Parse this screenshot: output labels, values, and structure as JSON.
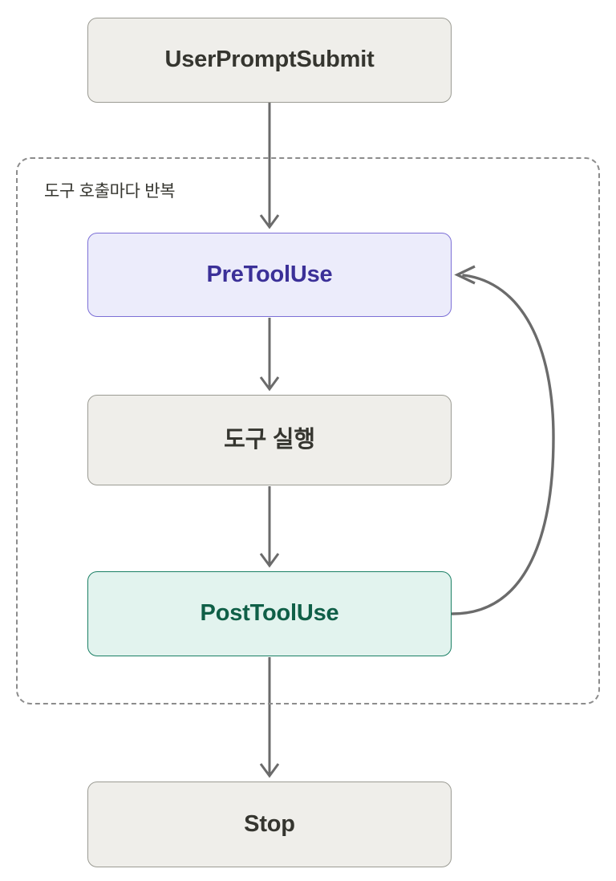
{
  "diagram": {
    "type": "flowchart",
    "orientation": "top-to-bottom",
    "nodes": [
      {
        "id": "user_prompt_submit",
        "label": "UserPromptSubmit",
        "style": "gray"
      },
      {
        "id": "pre_tool_use",
        "label": "PreToolUse",
        "style": "purple"
      },
      {
        "id": "tool_execution",
        "label": "도구 실행",
        "style": "gray"
      },
      {
        "id": "post_tool_use",
        "label": "PostToolUse",
        "style": "green"
      },
      {
        "id": "stop",
        "label": "Stop",
        "style": "gray"
      }
    ],
    "group": {
      "id": "per_tool_call_loop",
      "label": "도구 호출마다 반복",
      "border": "dashed"
    },
    "edges": [
      {
        "from": "user_prompt_submit",
        "to": "pre_tool_use",
        "kind": "straight"
      },
      {
        "from": "pre_tool_use",
        "to": "tool_execution",
        "kind": "straight"
      },
      {
        "from": "tool_execution",
        "to": "post_tool_use",
        "kind": "straight"
      },
      {
        "from": "post_tool_use",
        "to": "stop",
        "kind": "straight"
      },
      {
        "from": "post_tool_use",
        "to": "pre_tool_use",
        "kind": "curved-loop-right"
      }
    ],
    "colors": {
      "background": "#ffffff",
      "gray_fill": "#efeeea",
      "gray_border": "#9b9b93",
      "gray_text": "#35352f",
      "purple_fill": "#ececfb",
      "purple_border": "#7c6fd6",
      "purple_text": "#3b3098",
      "green_fill": "#e2f3ee",
      "green_border": "#1a7f64",
      "green_text": "#0f5f47",
      "edge_stroke": "#6b6b6b",
      "group_border": "#8c8c8c"
    }
  }
}
